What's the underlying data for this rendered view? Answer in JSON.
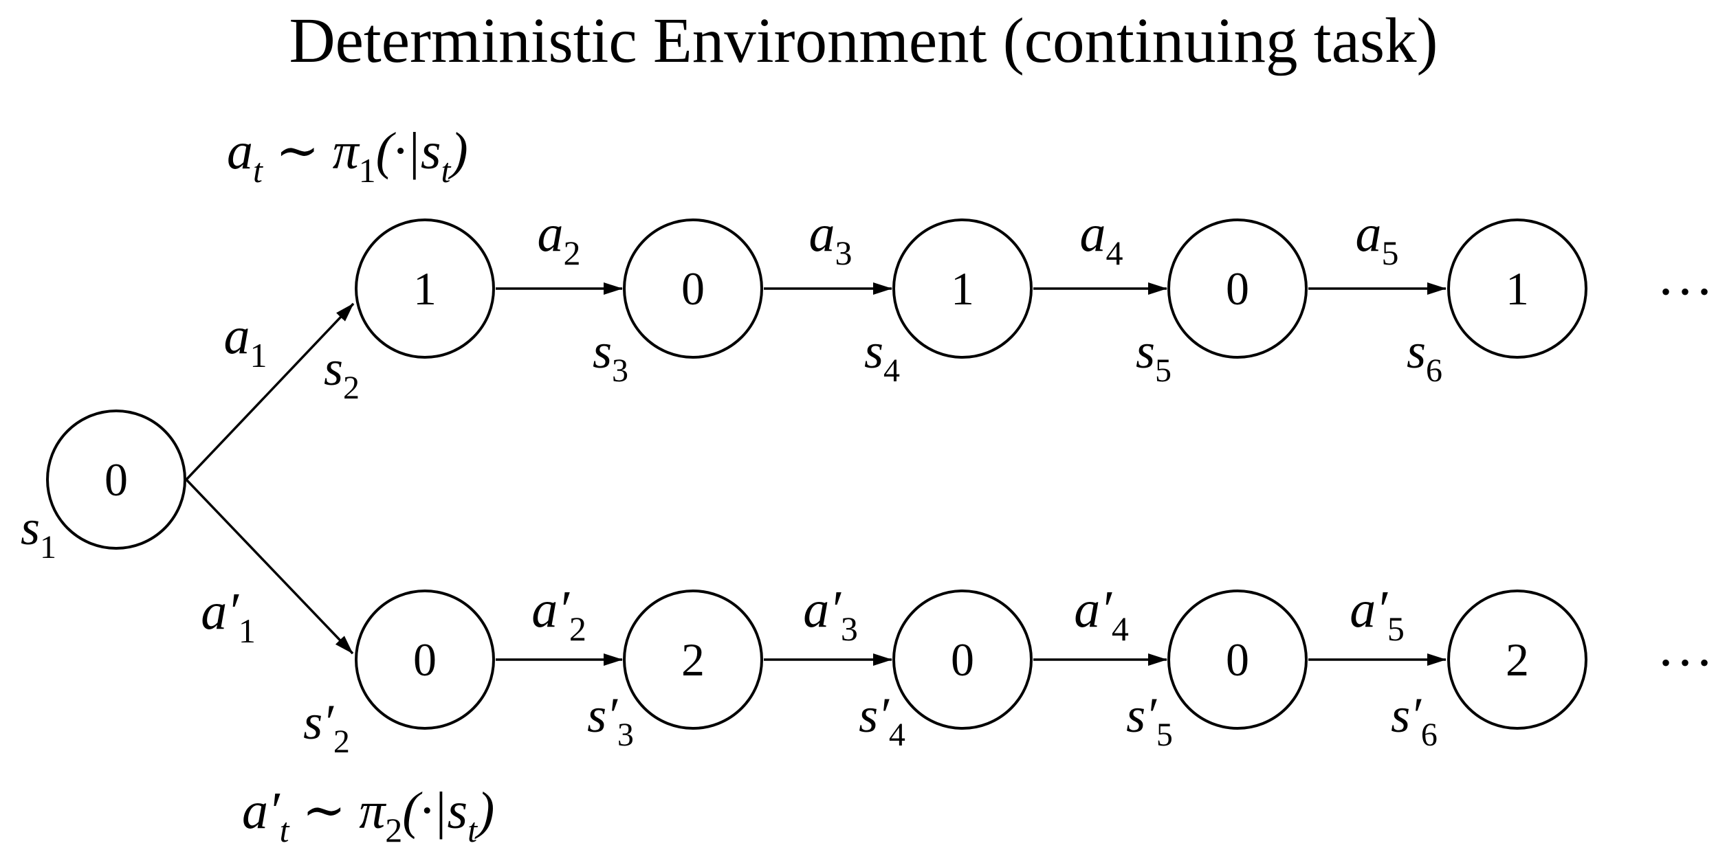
{
  "title": "Deterministic Environment (continuing task)",
  "colors": {
    "ink": "#000000",
    "background": "#ffffff"
  },
  "policy_top": {
    "a": "a",
    "a_sub": "t",
    "mid": " ∼ π",
    "pi_sub": "1",
    "open": "(·|s",
    "s_sub": "t",
    "close": ")"
  },
  "policy_bottom": {
    "a": "a′",
    "a_sub": "t",
    "mid": " ∼ π",
    "pi_sub": "2",
    "open": "(·|s",
    "s_sub": "t",
    "close": ")"
  },
  "start": {
    "value": "0",
    "state": {
      "base": "s",
      "sub": "1"
    },
    "actions": {
      "up": {
        "base": "a",
        "sub": "1"
      },
      "down": {
        "base": "a′",
        "sub": "1"
      }
    }
  },
  "top_chain": {
    "nodes": [
      {
        "value": "1",
        "state": {
          "base": "s",
          "sub": "2"
        }
      },
      {
        "value": "0",
        "state": {
          "base": "s",
          "sub": "3"
        }
      },
      {
        "value": "1",
        "state": {
          "base": "s",
          "sub": "4"
        }
      },
      {
        "value": "0",
        "state": {
          "base": "s",
          "sub": "5"
        }
      },
      {
        "value": "1",
        "state": {
          "base": "s",
          "sub": "6"
        }
      }
    ],
    "actions": [
      {
        "base": "a",
        "sub": "2"
      },
      {
        "base": "a",
        "sub": "3"
      },
      {
        "base": "a",
        "sub": "4"
      },
      {
        "base": "a",
        "sub": "5"
      }
    ],
    "ellipsis": "• • •"
  },
  "bottom_chain": {
    "nodes": [
      {
        "value": "0",
        "state": {
          "base": "s′",
          "sub": "2"
        }
      },
      {
        "value": "2",
        "state": {
          "base": "s′",
          "sub": "3"
        }
      },
      {
        "value": "0",
        "state": {
          "base": "s′",
          "sub": "4"
        }
      },
      {
        "value": "0",
        "state": {
          "base": "s′",
          "sub": "5"
        }
      },
      {
        "value": "2",
        "state": {
          "base": "s′",
          "sub": "6"
        }
      }
    ],
    "actions": [
      {
        "base": "a′",
        "sub": "2"
      },
      {
        "base": "a′",
        "sub": "3"
      },
      {
        "base": "a′",
        "sub": "4"
      },
      {
        "base": "a′",
        "sub": "5"
      }
    ],
    "ellipsis": "• • •"
  }
}
